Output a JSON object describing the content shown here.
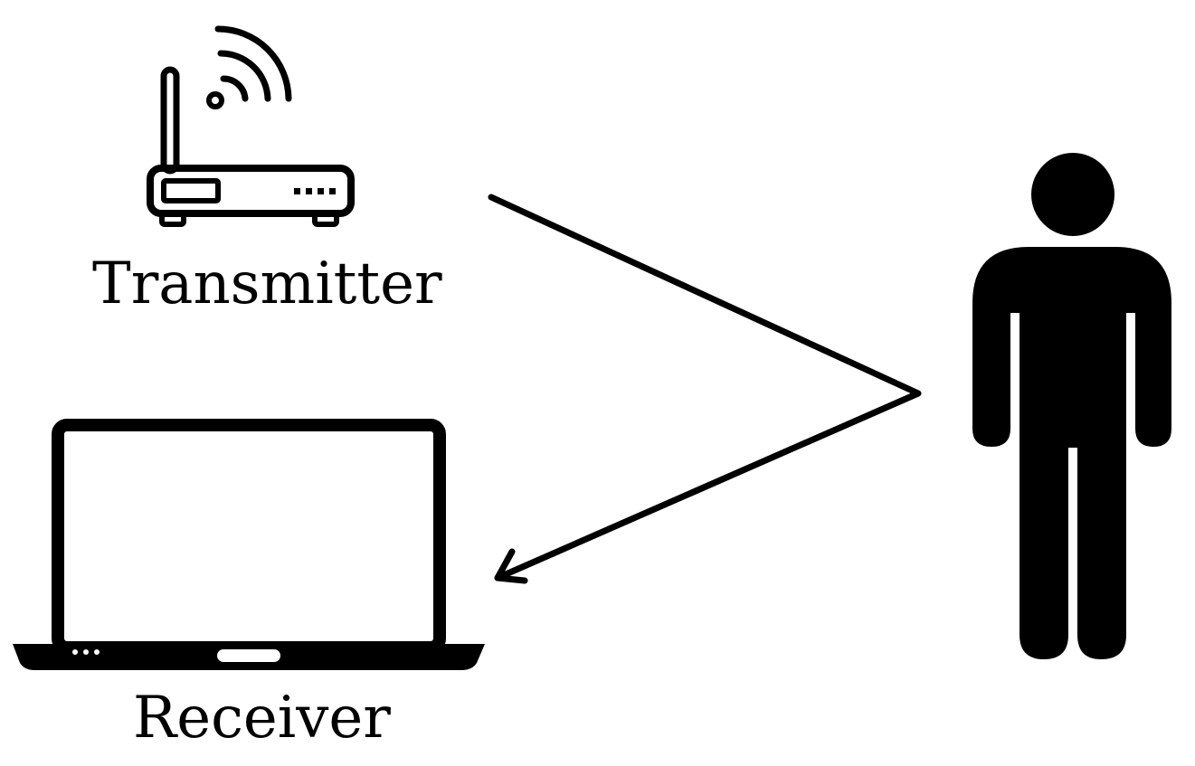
{
  "labels": {
    "transmitter": "Transmitter",
    "receiver": "Receiver"
  },
  "icons": {
    "transmitter": "wifi-router-icon",
    "receiver": "laptop-icon",
    "target": "person-icon"
  },
  "signal_path": {
    "from": "transmitter",
    "via": "person",
    "to": "receiver"
  },
  "colors": {
    "foreground": "#000000",
    "background": "#ffffff"
  }
}
